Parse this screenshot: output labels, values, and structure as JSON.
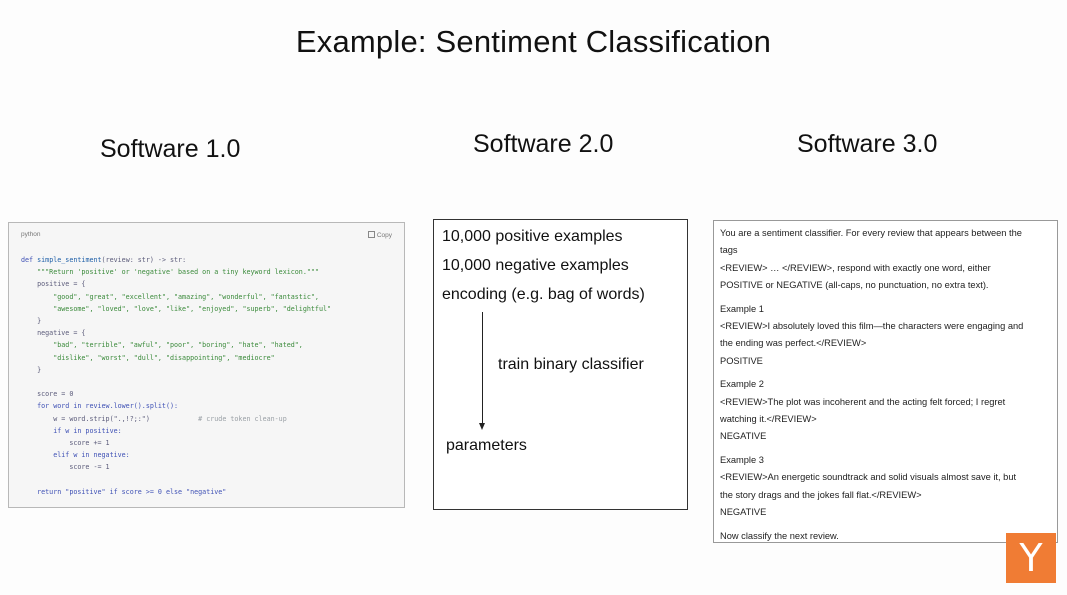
{
  "slide": {
    "title": "Example: Sentiment Classification"
  },
  "columns": {
    "software1": "Software 1.0",
    "software2": "Software 2.0",
    "software3": "Software 3.0"
  },
  "code_panel": {
    "language": "python",
    "copy_label": "Copy",
    "code": {
      "l1_def": "def",
      "l1_fn": "simple_sentiment",
      "l1_rest": "(review: str) -> str:",
      "l2": "    \"\"\"Return 'positive' or 'negative' based on a tiny keyword lexicon.\"\"\"",
      "l3": "    positive = {",
      "l4": "        \"good\", \"great\", \"excellent\", \"amazing\", \"wonderful\", \"fantastic\",",
      "l5": "        \"awesome\", \"loved\", \"love\", \"like\", \"enjoyed\", \"superb\", \"delightful\"",
      "l6": "    }",
      "l7": "    negative = {",
      "l8": "        \"bad\", \"terrible\", \"awful\", \"poor\", \"boring\", \"hate\", \"hated\",",
      "l9": "        \"dislike\", \"worst\", \"dull\", \"disappointing\", \"mediocre\"",
      "l10": "    }",
      "l11": "    score = 0",
      "l12": "    for word in review.lower().split():",
      "l13_code": "        w = word.strip(\".,!?;:\")",
      "l13_comment": "            # crude token clean-up",
      "l14": "        if w in positive:",
      "l15": "            score += 1",
      "l16": "        elif w in negative:",
      "l17": "            score -= 1",
      "l18": "    return \"positive\" if score >= 0 else \"negative\""
    }
  },
  "software2_panel": {
    "pos_examples": "10,000 positive examples",
    "neg_examples": "10,000 negative examples",
    "encoding": "encoding (e.g. bag of words)",
    "train": "train binary classifier",
    "params": "parameters"
  },
  "software3_panel": {
    "p1": "You are a sentiment classifier. For every review that appears between the",
    "p2": "tags",
    "p3": "<REVIEW> … </REVIEW>, respond with exactly one word, either",
    "p4": "POSITIVE or NEGATIVE (all-caps, no punctuation, no extra text).",
    "ex1_title": "Example 1",
    "ex1_a": "<REVIEW>I absolutely loved this film—the characters were engaging and",
    "ex1_b": "the ending was perfect.</REVIEW>",
    "ex1_label": "POSITIVE",
    "ex2_title": "Example 2",
    "ex2_a": "<REVIEW>The plot was incoherent and the acting felt forced; I regret",
    "ex2_b": "watching it.</REVIEW>",
    "ex2_label": "NEGATIVE",
    "ex3_title": "Example 3",
    "ex3_a": "<REVIEW>An energetic soundtrack and solid visuals almost save it, but",
    "ex3_b": "the story drags and the jokes fall flat.</REVIEW>",
    "ex3_label": "NEGATIVE",
    "final": "Now classify the next review."
  },
  "logo": {
    "letter": "Y",
    "color": "#f07c34"
  }
}
